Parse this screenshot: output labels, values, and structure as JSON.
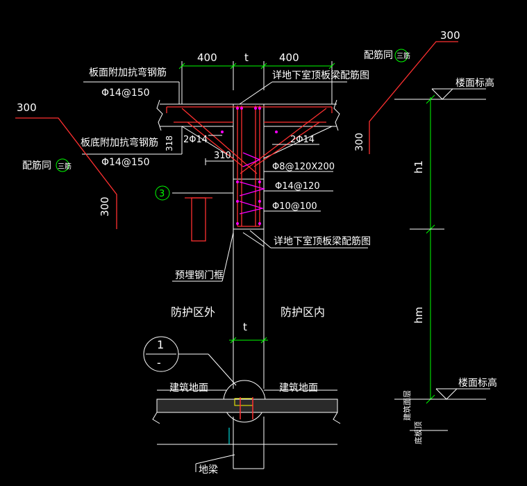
{
  "labels": {
    "dim_left": "400",
    "dim_mid": "t",
    "dim_right": "400",
    "top_rebar_label": "板面附加抗弯钢筋",
    "top_rebar_spec": "Φ14@150",
    "bottom_rebar_label": "板底附加抗弯钢筋",
    "bottom_rebar_spec": "Φ14@150",
    "ref_detail_top": "详地下室顶板梁配筋图",
    "ref_detail_bottom": "详地下室顶板梁配筋图",
    "left_bars": "2Φ14",
    "right_bars": "2Φ14",
    "dim_318": "318",
    "dim_310": "310",
    "stirrup_spec": "Φ8@120X200",
    "hook_spec": "Φ14@120",
    "bar_spec": "Φ10@100",
    "mark_3": "3",
    "embedded_frame": "预埋钢门框",
    "outside_zone": "防护区外",
    "inside_zone": "防护区内",
    "dim_t_lower": "t",
    "detail_num": "1",
    "detail_sub": "-",
    "floor_left": "建筑地面",
    "floor_right": "建筑地面",
    "ground_beam": "地梁",
    "left_300_top": "300",
    "left_300_bottom": "300",
    "left_note": "配筋同",
    "left_note_circle": "三筋",
    "right_300_top": "300",
    "right_300_side": "300",
    "right_note": "配筋同",
    "right_note_circle": "三筋",
    "floor_level_top": "楼面标高",
    "floor_level_bottom": "楼面标高",
    "h1": "h1",
    "hm": "hm",
    "label_arch_floor": "建筑面层",
    "label_slab_bottom": "底板顶"
  }
}
